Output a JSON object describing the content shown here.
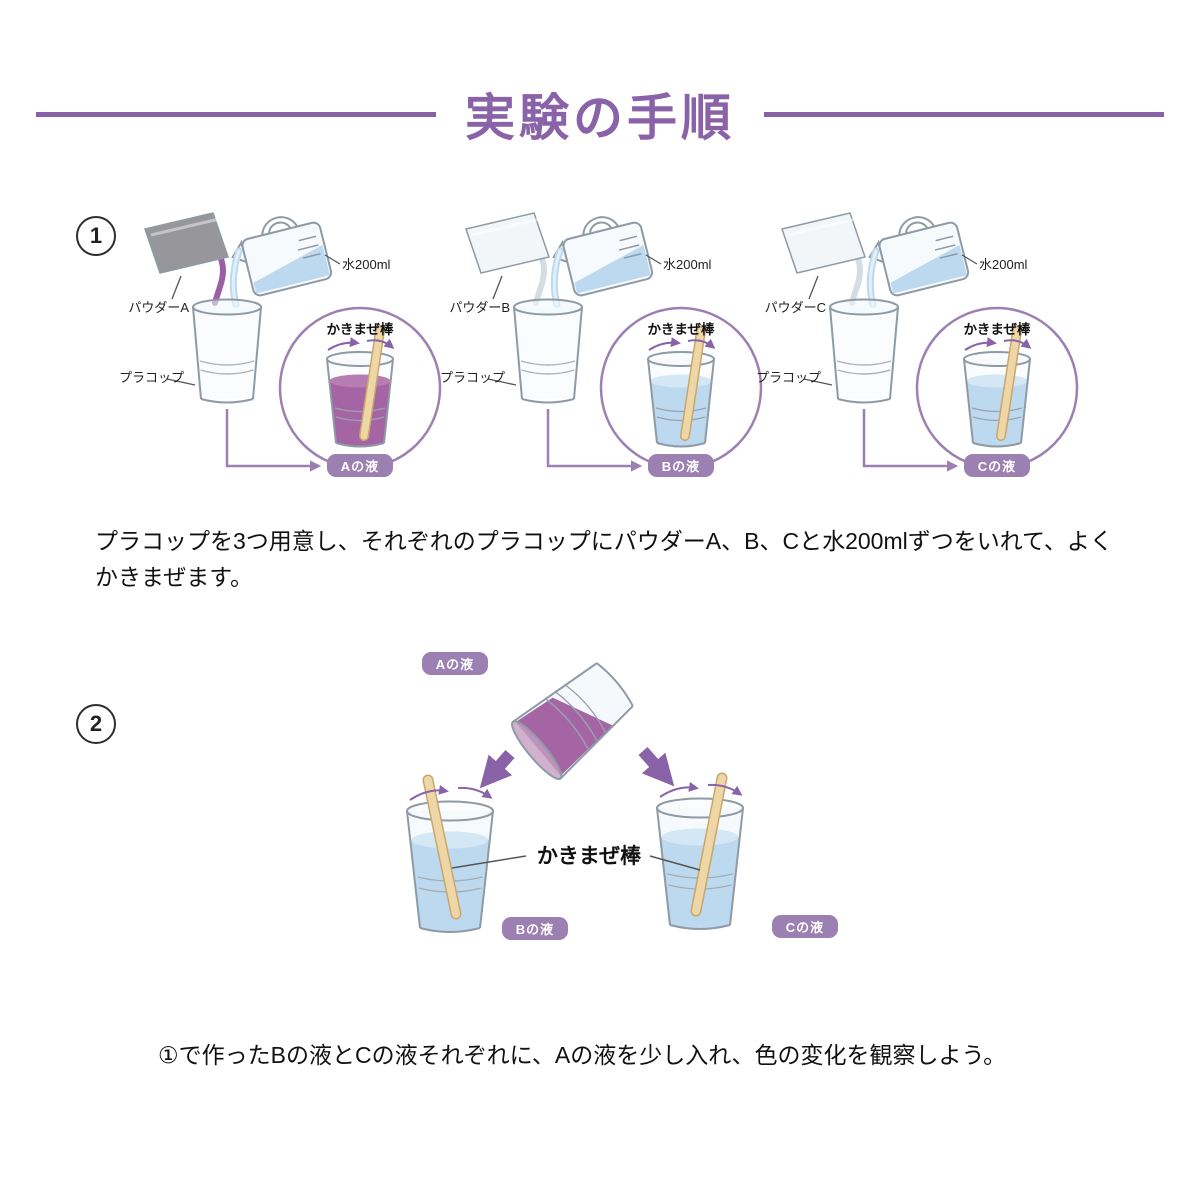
{
  "colors": {
    "accent": "#8a62a8",
    "badge": "#9d80b2",
    "water": "#bcd9ef",
    "liquid_a": "#a565a5",
    "ink": "#222222"
  },
  "title": "実験の手順",
  "step1": {
    "number": "1",
    "caption": "プラコップを3つ用意し、それぞれのプラコップにパウダーA、B、Cと水200mlずつをいれて、よくかきまぜます。",
    "groups": [
      {
        "powder_label": "パウダーA",
        "cup_label": "プラコップ",
        "water_label": "水200ml",
        "stir_label": "かきまぜ棒",
        "result_label": "Aの液",
        "liquid_color": "#a565a5",
        "css_vars": "--liquid:#a565a5;--liquid-top:#b77cb2;--packet:#96969b;--pstream:#9b5fa5"
      },
      {
        "powder_label": "パウダーB",
        "cup_label": "プラコップ",
        "water_label": "水200ml",
        "stir_label": "かきまぜ棒",
        "result_label": "Bの液",
        "liquid_color": "#bcd9ef",
        "css_vars": "--liquid:#bcd9ef;--liquid-top:#d3e7f5;--packet:#f3f6f9;--pstream:#d6dce2"
      },
      {
        "powder_label": "パウダーC",
        "cup_label": "プラコップ",
        "water_label": "水200ml",
        "stir_label": "かきまぜ棒",
        "result_label": "Cの液",
        "liquid_color": "#bcd9ef",
        "css_vars": "--liquid:#bcd9ef;--liquid-top:#d3e7f5;--packet:#f3f6f9;--pstream:#d6dce2"
      }
    ]
  },
  "step2": {
    "number": "2",
    "pour_badge": "Aの液",
    "left_badge": "Bの液",
    "right_badge": "Cの液",
    "stir_label": "かきまぜ棒",
    "caption": "①で作ったBの液とCの液それぞれに、Aの液を少し入れ、色の変化を観察しよう。"
  }
}
